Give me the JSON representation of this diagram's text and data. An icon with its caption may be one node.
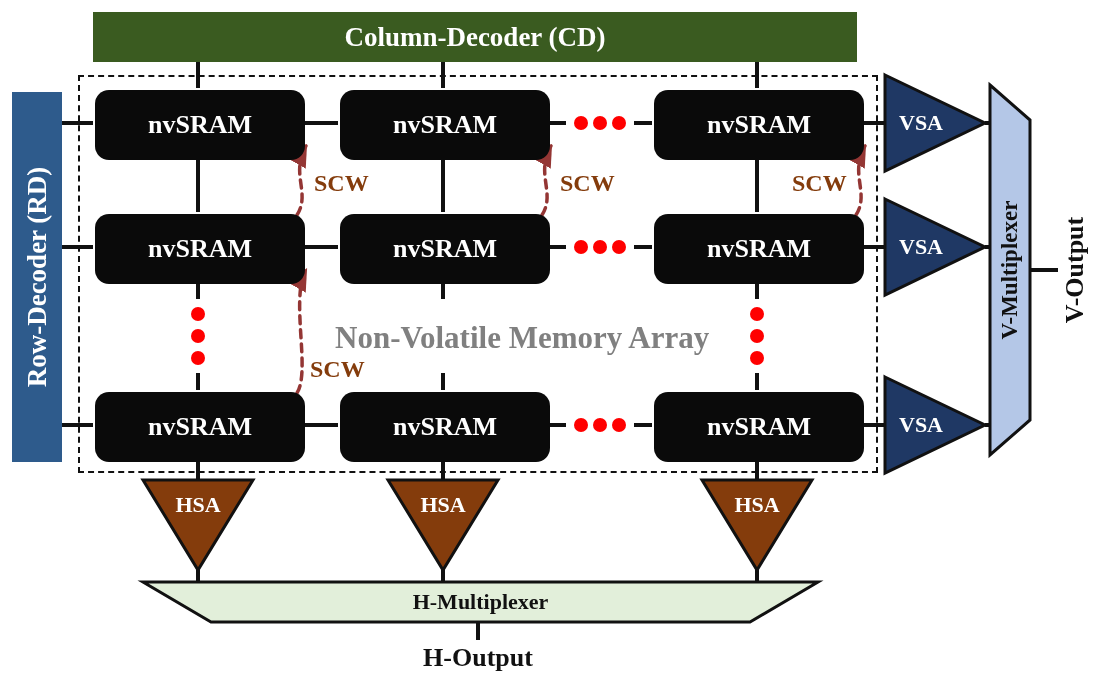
{
  "diagram": {
    "nodes": [
      {
        "text": [
          "Column-Decoder (CD)"
        ]
      },
      {
        "text": [
          "Row-Decoder (RD)"
        ]
      },
      {
        "text": [
          "Non-Volatile Memory Array"
        ]
      },
      {
        "text": [
          "nvSRAM"
        ],
        "in": 2
      },
      {
        "text": [
          "nvSRAM"
        ],
        "in": 2
      },
      {
        "text": [
          "nvSRAM"
        ],
        "in": 2
      },
      {
        "text": [
          "nvSRAM"
        ],
        "in": 2
      },
      {
        "text": [
          "nvSRAM"
        ],
        "in": 2
      },
      {
        "text": [
          "nvSRAM"
        ],
        "in": 2
      },
      {
        "text": [
          "nvSRAM"
        ],
        "in": 2
      },
      {
        "text": [
          "nvSRAM"
        ],
        "in": 2
      },
      {
        "text": [
          "nvSRAM"
        ],
        "in": 2
      },
      {
        "text": [
          "VSA"
        ]
      },
      {
        "text": [
          "VSA"
        ]
      },
      {
        "text": [
          "VSA"
        ]
      },
      {
        "text": [
          "V-Multiplexer"
        ]
      },
      {
        "text": [
          "V-Output"
        ]
      },
      {
        "text": [
          "HSA"
        ]
      },
      {
        "text": [
          "HSA"
        ]
      },
      {
        "text": [
          "HSA"
        ]
      },
      {
        "text": [
          "H-Multiplexer"
        ]
      },
      {
        "text": [
          "H-Output"
        ]
      }
    ],
    "edges": [
      {
        "from": 0,
        "to": 3,
        "arrow": "none"
      },
      {
        "from": 0,
        "to": 4,
        "arrow": "none"
      },
      {
        "from": 0,
        "to": 5,
        "arrow": "none"
      },
      {
        "from": 1,
        "to": 3,
        "arrow": "none"
      },
      {
        "from": 1,
        "to": 6,
        "arrow": "none"
      },
      {
        "from": 1,
        "to": 9,
        "arrow": "none"
      },
      {
        "from": 3,
        "to": 4,
        "arrow": "none"
      },
      {
        "from": 6,
        "to": 7,
        "arrow": "none"
      },
      {
        "from": 9,
        "to": 10,
        "arrow": "none"
      },
      {
        "from": 3,
        "to": 6,
        "arrow": "none"
      },
      {
        "from": 4,
        "to": 7,
        "arrow": "none"
      },
      {
        "from": 5,
        "to": 8,
        "arrow": "none"
      },
      {
        "from": 5,
        "to": 12,
        "arrow": "none"
      },
      {
        "from": 8,
        "to": 13,
        "arrow": "none"
      },
      {
        "from": 11,
        "to": 14,
        "arrow": "none"
      },
      {
        "from": 12,
        "to": 15,
        "arrow": "none"
      },
      {
        "from": 13,
        "to": 15,
        "arrow": "none"
      },
      {
        "from": 14,
        "to": 15,
        "arrow": "none"
      },
      {
        "from": 15,
        "to": 16,
        "arrow": "none"
      },
      {
        "from": 9,
        "to": 17,
        "arrow": "none"
      },
      {
        "from": 10,
        "to": 18,
        "arrow": "none"
      },
      {
        "from": 11,
        "to": 19,
        "arrow": "none"
      },
      {
        "from": 17,
        "to": 20,
        "arrow": "none"
      },
      {
        "from": 18,
        "to": 20,
        "arrow": "none"
      },
      {
        "from": 19,
        "to": 20,
        "arrow": "none"
      },
      {
        "from": 20,
        "to": 21,
        "arrow": "none"
      },
      {
        "from": 6,
        "to": 3,
        "arrow": "to",
        "label": "SCW",
        "style": "dashed",
        "color": "#943634"
      },
      {
        "from": 7,
        "to": 4,
        "arrow": "to",
        "label": "SCW",
        "style": "dashed",
        "color": "#943634"
      },
      {
        "from": 8,
        "to": 5,
        "arrow": "to",
        "label": "SCW",
        "style": "dashed",
        "color": "#943634"
      },
      {
        "from": 9,
        "to": 6,
        "arrow": "to",
        "label": "SCW",
        "style": "dashed",
        "color": "#943634"
      }
    ]
  }
}
